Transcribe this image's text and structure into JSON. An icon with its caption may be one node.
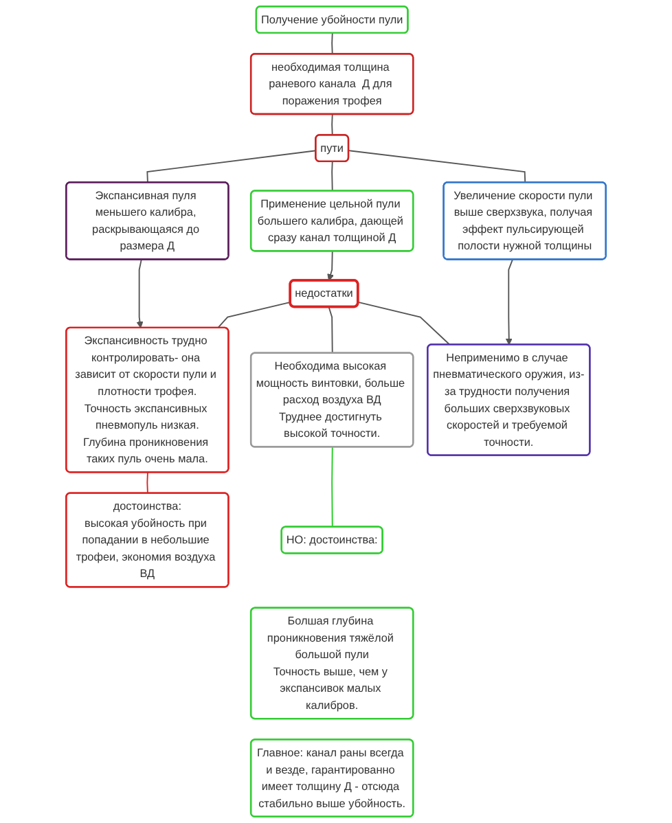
{
  "diagram": {
    "nodes": [
      {
        "text": [
          "Получение убойности пули"
        ]
      },
      {
        "text": [
          "необходимая толщина раневого канала  Д для поражения трофея"
        ]
      },
      {
        "text": [
          "пути"
        ]
      },
      {
        "text": [
          "Экспансивная пуля меньшего калибра, раскрывающаяся до размера Д"
        ]
      },
      {
        "text": [
          "Применение цельной пули большего калибра, дающей сразу канал толщиной Д"
        ]
      },
      {
        "text": [
          "Увеличение скорости пули выше сверхзвука, получая эффект пульсирующей полости нужной толщины"
        ]
      },
      {
        "text": [
          "недостатки"
        ]
      },
      {
        "text": [
          "Экспансивность трудно контролировать- она зависит от скорости пули и плотности трофея.",
          "Точность экспансивных пневмопуль низкая.",
          "Глубина проникновения таких пуль очень мала."
        ]
      },
      {
        "text": [
          "Необходима высокая мощность винтовки, больше расход воздуха ВД",
          "Труднее достигнуть высокой точности."
        ]
      },
      {
        "text": [
          "Неприменимо в случае пневматического оружия, из-за трудности получения больших сверхзвуковых скоростей и требуемой точности."
        ]
      },
      {
        "text": [
          "достоинства:",
          "высокая убойность при попадании в небольшие трофеи, экономия воздуха ВД"
        ]
      },
      {
        "text": [
          "НО: достоинства:"
        ]
      },
      {
        "text": [
          "Болшая глубина проникновения тяжёлой большой пули",
          "Точность выше, чем у экспансивок малых калибров."
        ]
      },
      {
        "text": [
          "Главное: канал раны всегда и везде, гарантированно имеет толщину Д - отсюда стабильно выше убойность."
        ]
      }
    ],
    "edges": [
      {
        "from": 0,
        "to": 1,
        "arrow": "none"
      },
      {
        "from": 1,
        "to": 2,
        "arrow": "none"
      },
      {
        "from": 2,
        "to": 3,
        "arrow": "none"
      },
      {
        "from": 2,
        "to": 4,
        "arrow": "none"
      },
      {
        "from": 2,
        "to": 5,
        "arrow": "none"
      },
      {
        "from": 3,
        "to": 7,
        "arrow": "to"
      },
      {
        "from": 4,
        "to": 6,
        "arrow": "to"
      },
      {
        "from": 5,
        "to": 9,
        "arrow": "to"
      },
      {
        "from": 6,
        "to": 7,
        "arrow": "none"
      },
      {
        "from": 6,
        "to": 8,
        "arrow": "none"
      },
      {
        "from": 6,
        "to": 9,
        "arrow": "none"
      },
      {
        "from": 7,
        "to": 10,
        "arrow": "none",
        "color": "#dd2222"
      },
      {
        "from": 8,
        "to": 11,
        "arrow": "none",
        "color": "#22cc22"
      }
    ]
  }
}
